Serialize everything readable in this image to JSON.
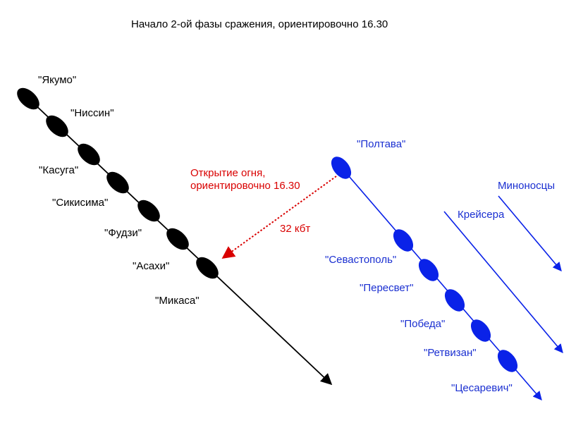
{
  "title": "Начало 2-ой фазы сражения, ориентировочно 16.30",
  "colors": {
    "japanese_fleet": "#000000",
    "russian_fleet": "#0a22e8",
    "russian_labels": "#1a2fd1",
    "fire_line": "#d90000"
  },
  "japanese_ships": [
    "\"Якумо\"",
    "\"Ниссин\"",
    "\"Касуга\"",
    "\"Сикисима\"",
    "\"Фудзи\"",
    "\"Асахи\"",
    "\"Микаса\""
  ],
  "russian_ships": [
    "\"Полтава\"",
    "\"Севастополь\"",
    "\"Пересвет\"",
    "\"Победа\"",
    "\"Ретвизан\"",
    "\"Цесаревич\""
  ],
  "fire": {
    "line1": "Открытие огня,",
    "line2": "ориентировочно 16.30",
    "distance": "32 кбт"
  },
  "groups": {
    "cruisers": "Крейсера",
    "destroyers": "Миноносцы"
  }
}
